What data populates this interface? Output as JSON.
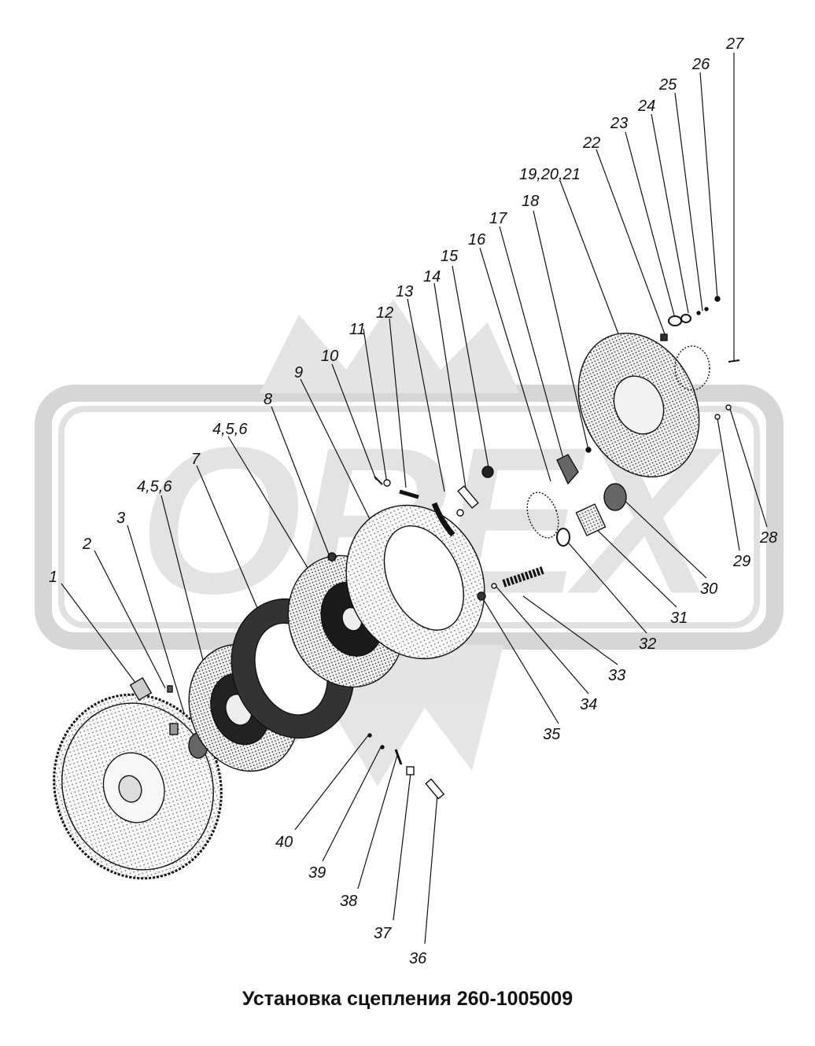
{
  "caption": "Установка сцепления 260-1005009",
  "watermark": {
    "text": "OREX",
    "color": "#cfcfcf"
  },
  "callouts": [
    "1",
    "2",
    "3",
    "4,5,6",
    "7",
    "4,5,6",
    "8",
    "9",
    "10",
    "11",
    "12",
    "13",
    "14",
    "15",
    "16",
    "17",
    "18",
    "19,20,21",
    "22",
    "23",
    "24",
    "25",
    "26",
    "27",
    "28",
    "29",
    "30",
    "31",
    "32",
    "33",
    "34",
    "35",
    "36",
    "37",
    "38",
    "39",
    "40"
  ]
}
